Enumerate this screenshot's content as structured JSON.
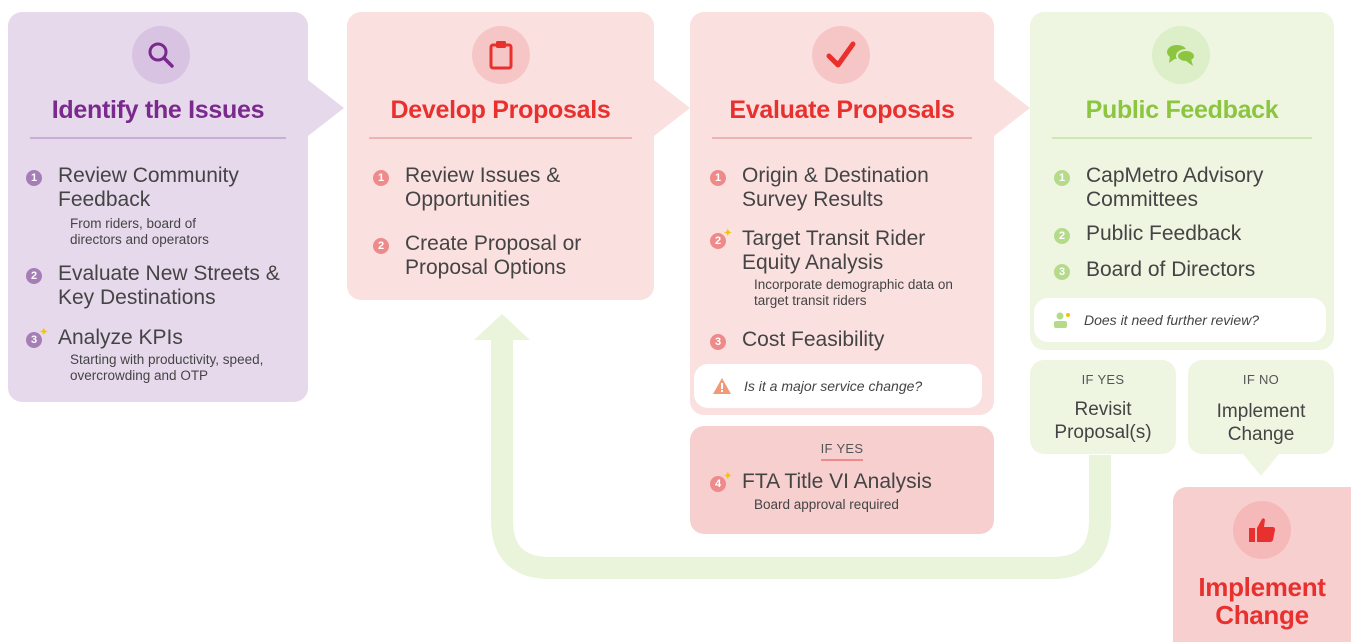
{
  "stages": {
    "identify": {
      "title": "Identify the Issues",
      "icon": "search-icon",
      "steps": [
        {
          "num": "1",
          "text": "Review Community Feedback",
          "sub": "From riders, board of directors and operators"
        },
        {
          "num": "2",
          "text": "Evaluate New Streets & Key Destinations"
        },
        {
          "num": "3",
          "text": "Analyze KPIs",
          "sub": "Starting with productivity, speed, overcrowding and OTP"
        }
      ]
    },
    "develop": {
      "title": "Develop Proposals",
      "icon": "clipboard-icon",
      "steps": [
        {
          "num": "1",
          "text": "Review Issues & Opportunities"
        },
        {
          "num": "2",
          "text": "Create Proposal or Proposal Options"
        }
      ]
    },
    "evaluate": {
      "title": "Evaluate Proposals",
      "icon": "checkmark-icon",
      "steps": [
        {
          "num": "1",
          "text": "Origin & Destination Survey Results"
        },
        {
          "num": "2",
          "text": "Target Transit Rider Equity Analysis",
          "sub": "Incorporate demographic data on target transit riders"
        },
        {
          "num": "3",
          "text": "Cost Feasibility"
        }
      ],
      "question": "Is it a major service change?",
      "if_yes": {
        "label": "IF YES",
        "num": "4",
        "text": "FTA Title VI Analysis",
        "sub": "Board approval required"
      }
    },
    "feedback": {
      "title": "Public Feedback",
      "icon": "chat-bubbles-icon",
      "steps": [
        {
          "num": "1",
          "text": "CapMetro Advisory Committees"
        },
        {
          "num": "2",
          "text": "Public Feedback"
        },
        {
          "num": "3",
          "text": "Board of Directors"
        }
      ],
      "question": "Does it need further review?",
      "if_yes": {
        "label": "IF YES",
        "text": "Revisit Proposal(s)"
      },
      "if_no": {
        "label": "IF NO",
        "text": "Implement Change"
      }
    },
    "implement": {
      "title": "Implement Change",
      "icon": "thumbs-up-icon"
    }
  },
  "colors": {
    "purple": "#7a2a8c",
    "red": "#e8312f",
    "green": "#8cc540",
    "star": "#f5c400"
  }
}
